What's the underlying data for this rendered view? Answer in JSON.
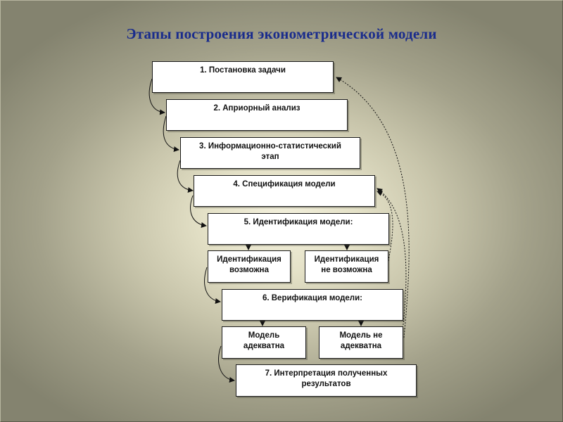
{
  "title": "Этапы построения эконометрической модели",
  "steps": {
    "s1": "1. Постановка задачи",
    "s2": "2. Априорный анализ",
    "s3": "3. Информационно-статистический этап",
    "s4": "4. Спецификация модели",
    "s5": "5. Идентификация модели:",
    "s5a": "Идентификация возможна",
    "s5b": "Идентификация не возможна",
    "s6": "6. Верификация модели:",
    "s6a": "Модель адекватна",
    "s6b": "Модель не адекватна",
    "s7": "7. Интерпретация полученных результатов"
  }
}
